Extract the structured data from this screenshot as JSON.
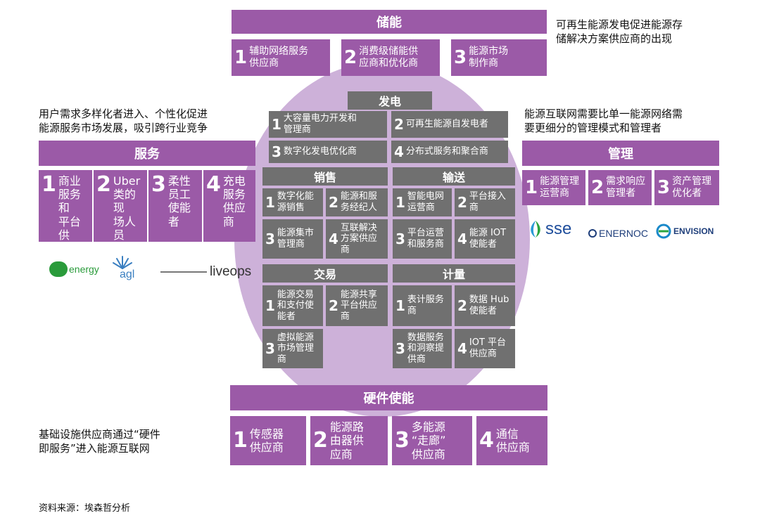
{
  "storage": {
    "title": "储能",
    "items": [
      {
        "n": "1",
        "t": "辅助网络服务\n供应商"
      },
      {
        "n": "2",
        "t": "消费级储能供\n应商和优化商"
      },
      {
        "n": "3",
        "t": "能源市场\n制作商"
      }
    ],
    "note": "可再生能源发电促进能源存\n储解决方案供应商的出现"
  },
  "generation": {
    "title": "发电",
    "items": [
      {
        "n": "1",
        "t": "大容量电力开发和\n管理商"
      },
      {
        "n": "2",
        "t": "可再生能源自发电者"
      },
      {
        "n": "3",
        "t": "数字化发电优化商"
      },
      {
        "n": "4",
        "t": "分布式服务和聚合商"
      }
    ]
  },
  "sales": {
    "title": "销售",
    "items": [
      {
        "n": "1",
        "t": "数字化能\n源销售"
      },
      {
        "n": "2",
        "t": "能源和服\n务经纪人"
      },
      {
        "n": "3",
        "t": "能源集市\n管理商"
      },
      {
        "n": "4",
        "t": "互联解决\n方案供应\n商"
      }
    ]
  },
  "transmission": {
    "title": "输送",
    "items": [
      {
        "n": "1",
        "t": "智能电网\n运营商"
      },
      {
        "n": "2",
        "t": "平台接入\n商"
      },
      {
        "n": "3",
        "t": "平台运营\n和服务商"
      },
      {
        "n": "4",
        "t": "能源 IOT\n使能者"
      }
    ]
  },
  "trading": {
    "title": "交易",
    "items": [
      {
        "n": "1",
        "t": "能源交易\n和支付使\n能者"
      },
      {
        "n": "2",
        "t": "能源共享\n平台供应\n商"
      },
      {
        "n": "3",
        "t": "虚拟能源\n市场管理\n商"
      }
    ]
  },
  "metering": {
    "title": "计量",
    "items": [
      {
        "n": "1",
        "t": "表计服务\n商"
      },
      {
        "n": "2",
        "t": "数据 Hub\n使能者"
      },
      {
        "n": "3",
        "t": "数据服务\n和洞察提\n供商"
      },
      {
        "n": "4",
        "t": "IOT 平台\n供应商"
      }
    ]
  },
  "service": {
    "title": "服务",
    "items": [
      {
        "n": "1",
        "t": "商业\n服务和\n平台供\n应商"
      },
      {
        "n": "2",
        "t": "Uber\n类的现\n场人员\n提供"
      },
      {
        "n": "3",
        "t": "柔性\n员工\n使能者"
      },
      {
        "n": "4",
        "t": "充电\n服务\n供应商"
      }
    ],
    "note": "用户需求多样化者进入、个性化促进\n能源服务市场发展，吸引跨行业竞争",
    "logos": [
      "energy",
      "agl",
      "liveops"
    ]
  },
  "management": {
    "title": "管理",
    "items": [
      {
        "n": "1",
        "t": "能源管理\n运营商"
      },
      {
        "n": "2",
        "t": "需求响应\n管理者"
      },
      {
        "n": "3",
        "t": "资产管理\n优化者"
      }
    ],
    "note": "能源互联网需要比单一能源网络需\n要更细分的管理模式和管理者",
    "logos": [
      "sse",
      "ENERNOC",
      "ENVISION"
    ]
  },
  "hardware": {
    "title": "硬件使能",
    "items": [
      {
        "n": "1",
        "t": "传感器\n供应商"
      },
      {
        "n": "2",
        "t": "能源路\n由器供\n应商"
      },
      {
        "n": "3",
        "t": "多能源\n“走廊”\n供应商"
      },
      {
        "n": "4",
        "t": "通信\n供应商"
      }
    ],
    "note": "基础设施供应商通过“硬件\n即服务”进入能源互联网"
  },
  "source": "资料来源：埃森哲分析",
  "colors": {
    "purple": "#9b5aa7",
    "gray": "#707070",
    "circle": "#cdb1d9"
  }
}
